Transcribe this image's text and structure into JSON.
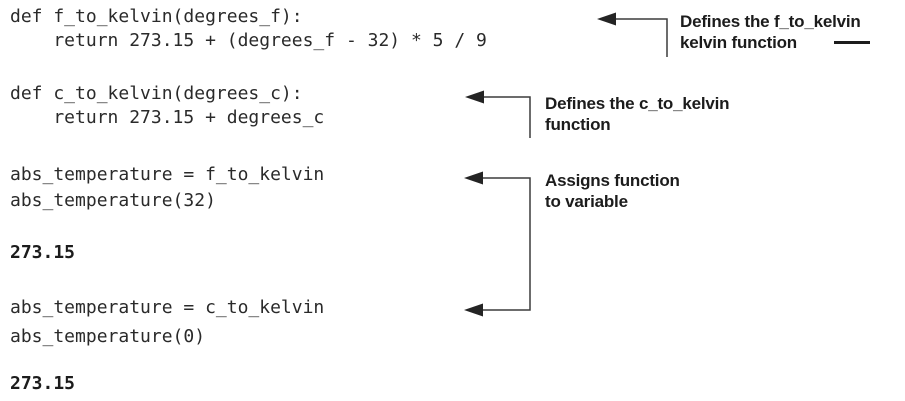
{
  "figure": {
    "kind": "annotated-code-listing",
    "background": "#ffffff",
    "colors": {
      "code_text": "#2a2a2a",
      "output_text": "#1c1c1c",
      "annotation_text": "#1c1c1c",
      "arrow": "#3c3c3c"
    }
  },
  "code": {
    "lines": [
      "def f_to_kelvin(degrees_f):",
      "    return 273.15 + (degrees_f - 32) * 5 / 9",
      "def c_to_kelvin(degrees_c):",
      "    return 273.15 + degrees_c",
      "abs_temperature = f_to_kelvin",
      "abs_temperature(32)",
      "273.15",
      "abs_temperature = c_to_kelvin",
      "abs_temperature(0)",
      "273.15"
    ]
  },
  "annotations": [
    {
      "line1": "Defines the f_to_kelvin",
      "line2": "kelvin function"
    },
    {
      "line1": "Defines the c_to_kelvin",
      "line2": "function"
    },
    {
      "line1": "Assigns function",
      "line2": "to variable"
    }
  ]
}
